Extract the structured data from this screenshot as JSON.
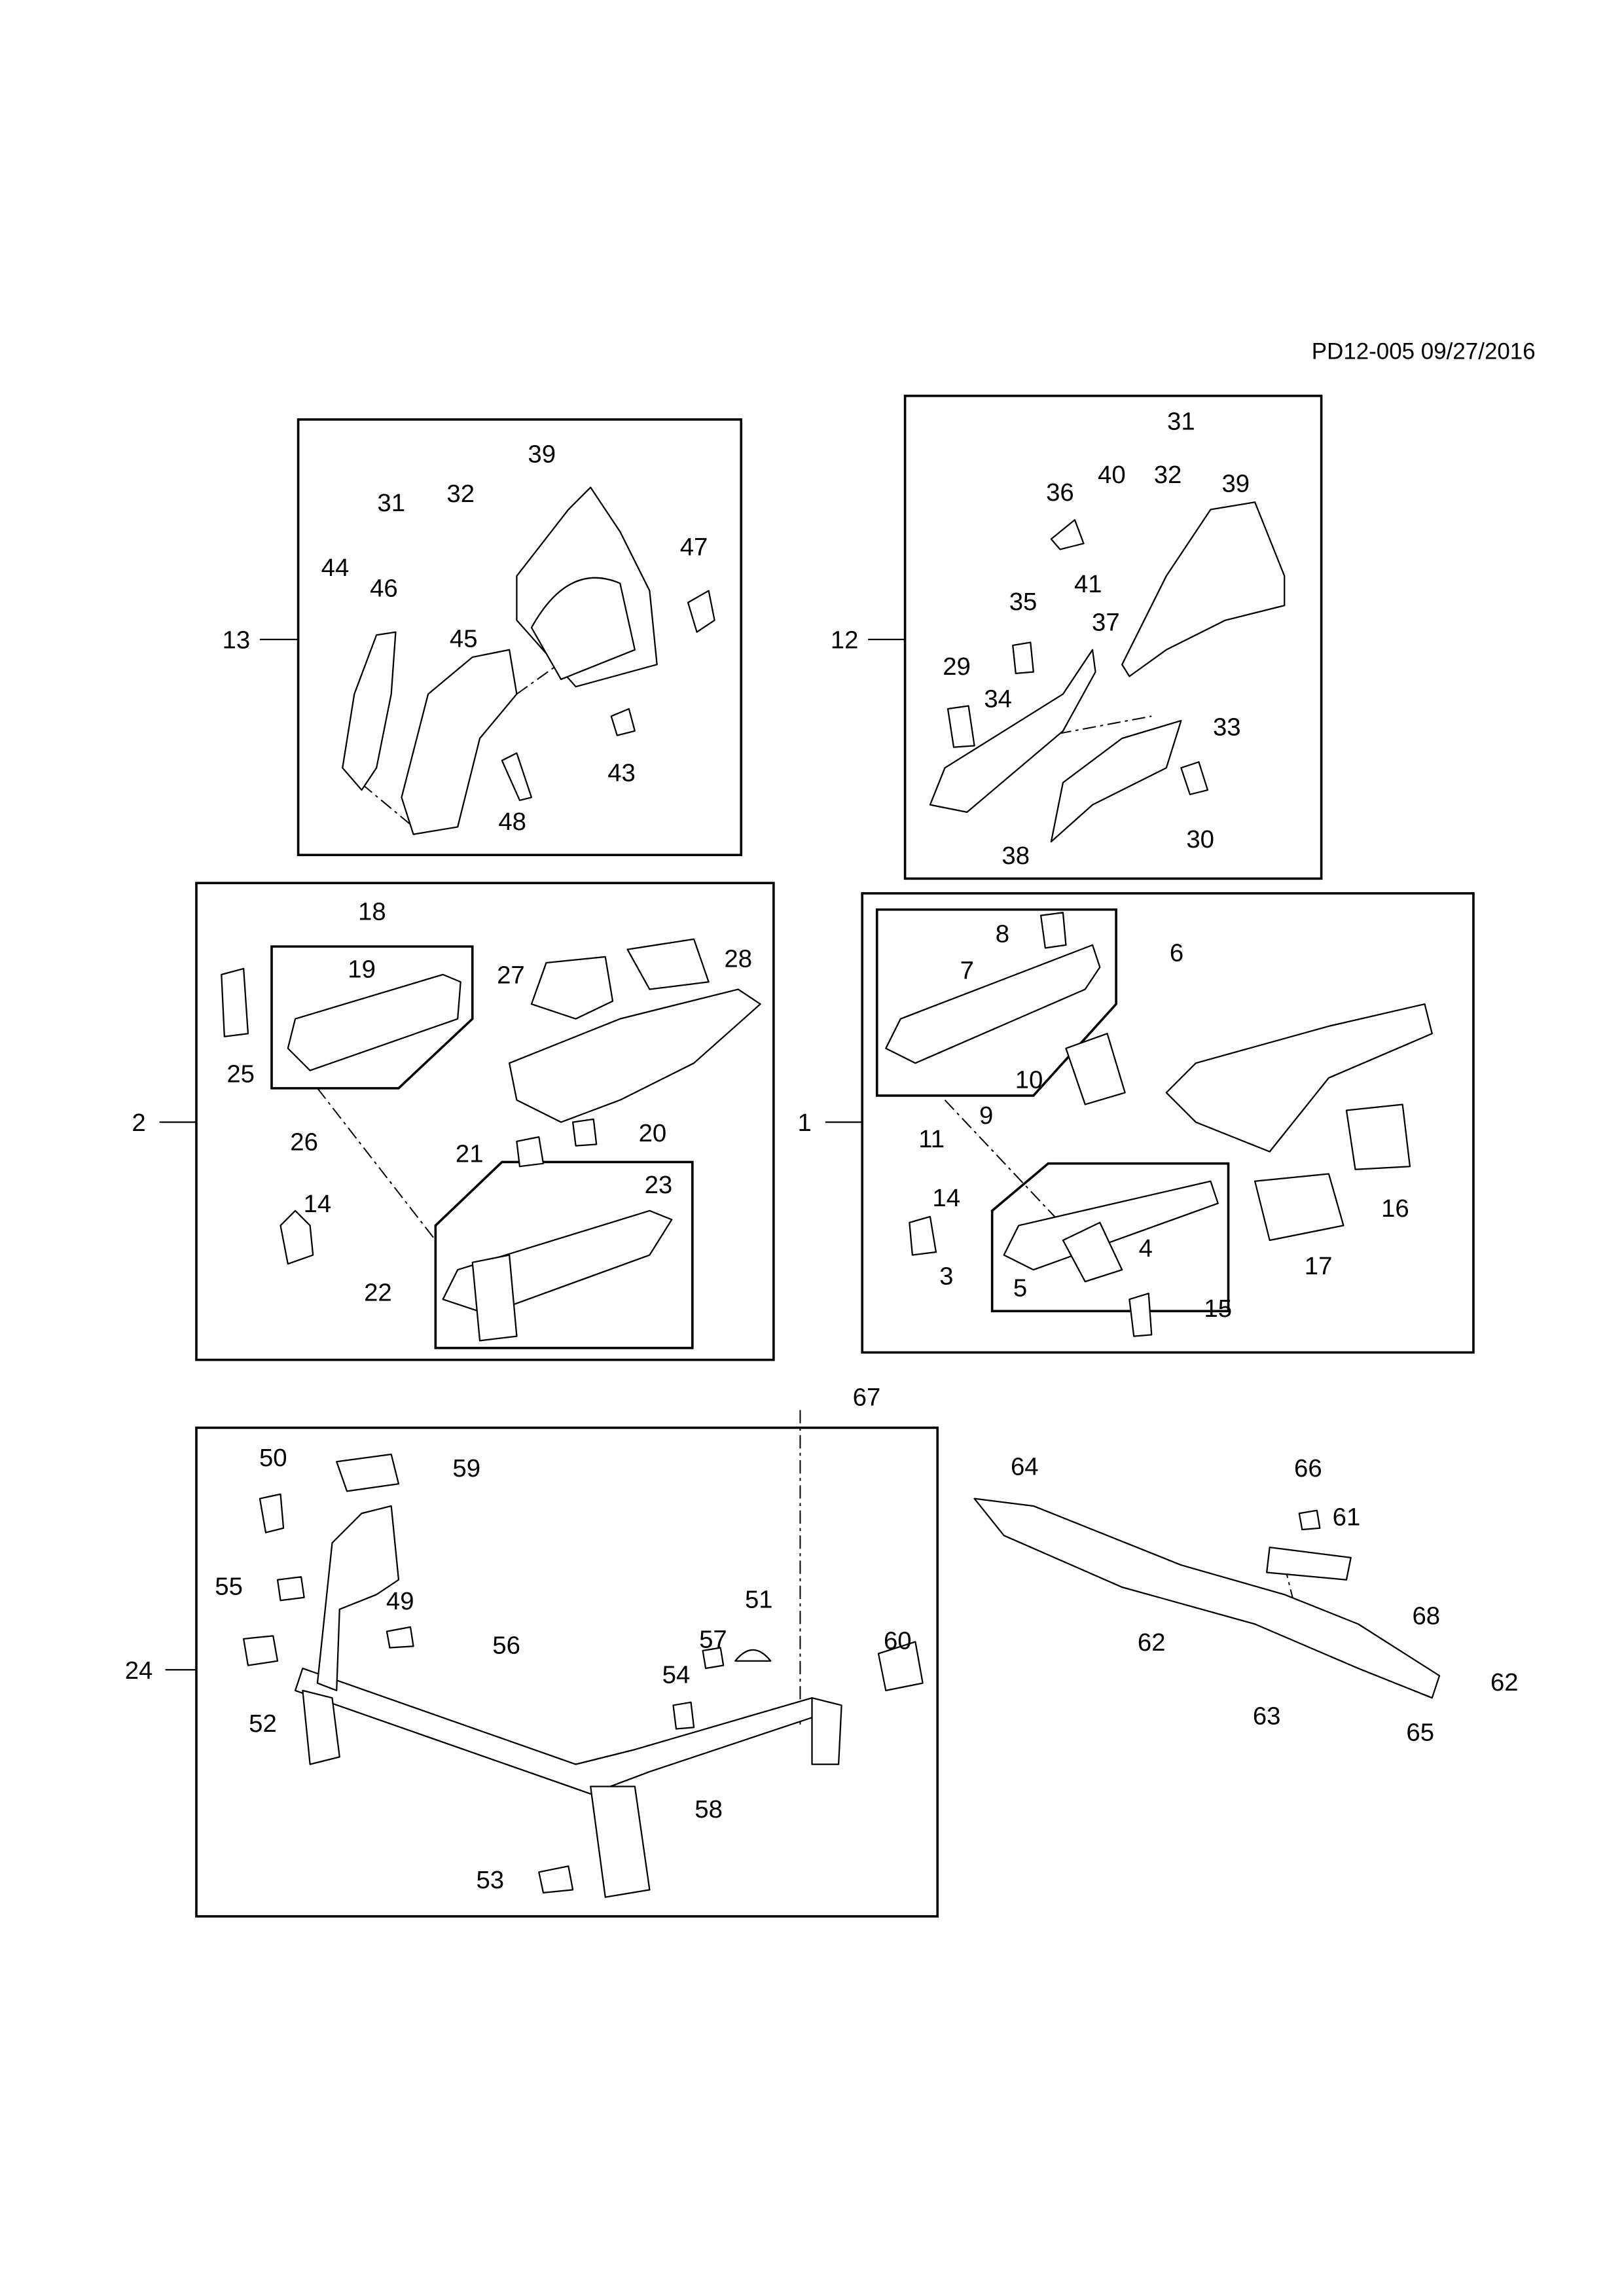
{
  "header": {
    "drawing_id": "PD12-005 09/27/2016"
  },
  "colors": {
    "line": "#000000",
    "background": "#ffffff"
  },
  "groups": [
    {
      "label": "13",
      "callouts": [
        "39",
        "32",
        "31",
        "44",
        "46",
        "47",
        "45",
        "43",
        "48"
      ]
    },
    {
      "label": "12",
      "callouts": [
        "31",
        "32",
        "40",
        "39",
        "36",
        "41",
        "35",
        "37",
        "29",
        "34",
        "33",
        "38",
        "30"
      ]
    },
    {
      "label": "2",
      "callouts": [
        "18",
        "19",
        "25",
        "27",
        "28",
        "26",
        "14",
        "21",
        "20",
        "23",
        "22"
      ]
    },
    {
      "label": "1",
      "callouts": [
        "8",
        "6",
        "7",
        "10",
        "9",
        "11",
        "14",
        "3",
        "5",
        "4",
        "15",
        "16",
        "17"
      ]
    },
    {
      "label": "24",
      "callouts": [
        "67",
        "50",
        "59",
        "55",
        "49",
        "56",
        "51",
        "57",
        "60",
        "54",
        "52",
        "58",
        "53"
      ]
    },
    {
      "label": "",
      "callouts": [
        "64",
        "66",
        "61",
        "62",
        "68",
        "62",
        "63",
        "65"
      ]
    }
  ]
}
